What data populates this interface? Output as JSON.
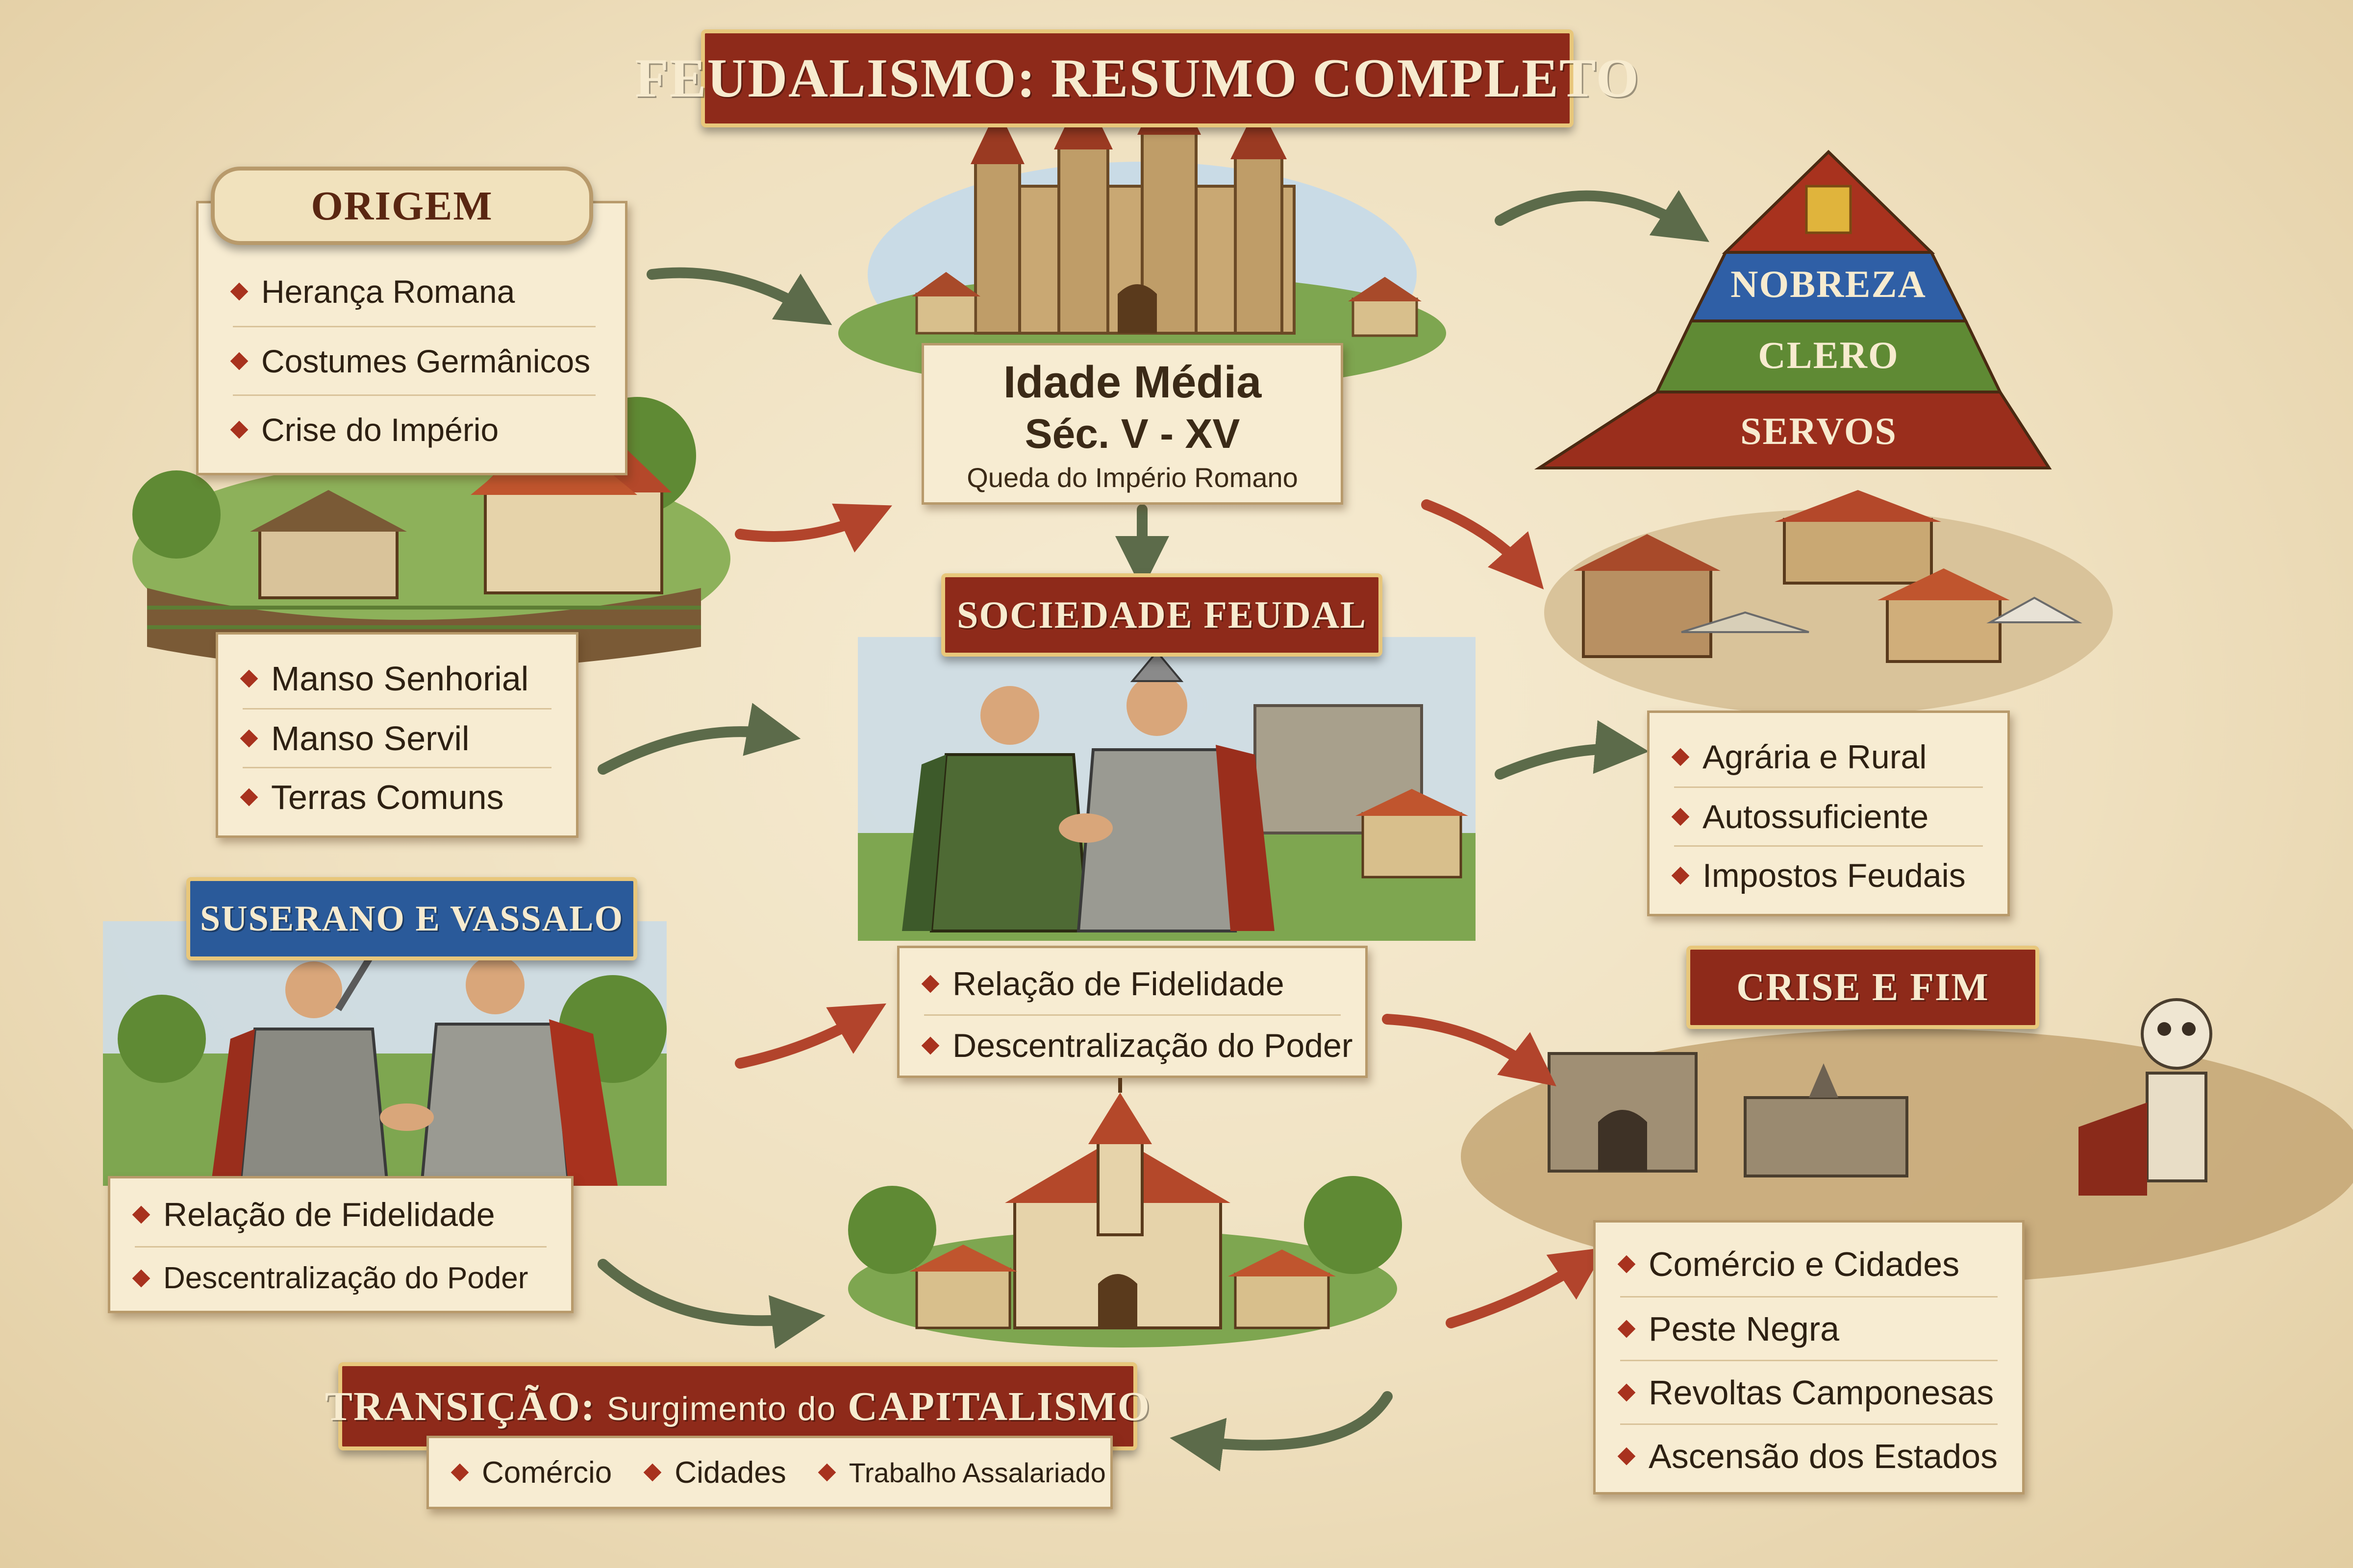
{
  "title": "FEUDALISMO: RESUMO COMPLETO",
  "origem": {
    "title": "ORIGEM",
    "items": [
      "Herança Romana",
      "Costumes Germânicos",
      "Crise do Império"
    ]
  },
  "manso": {
    "items": [
      "Manso Senhorial",
      "Manso Servil",
      "Terras Comuns"
    ]
  },
  "idade_media": {
    "line1": "Idade Média",
    "line2": "Séc. V - XV",
    "line3": "Queda do Império Romano"
  },
  "piramide": {
    "levels": [
      "NOBREZA",
      "CLERO",
      "SERVOS"
    ]
  },
  "sociedade": {
    "title": "SOCIEDADE FEUDAL",
    "items": [
      "Relação de Fidelidade",
      "Descentralização do Poder"
    ]
  },
  "economia": {
    "items": [
      "Agrária e Rural",
      "Autossuficiente",
      "Impostos Feudais"
    ]
  },
  "suserano": {
    "title": "SUSERANO E VASSALO",
    "items": [
      "Relação de Fidelidade",
      "Descentralização do Poder"
    ]
  },
  "crise": {
    "title": "CRISE E FIM",
    "items": [
      "Comércio e Cidades",
      "Peste Negra",
      "Revoltas Camponesas",
      "Ascensão dos Estados"
    ]
  },
  "transicao": {
    "title_a": "TRANSIÇÃO:",
    "title_b": "Surgimento do",
    "title_c": "CAPITALISMO",
    "items": [
      "Comércio",
      "Cidades",
      "Trabalho Assalariado"
    ]
  },
  "colors": {
    "banner_red": "#8e2a1a",
    "banner_blue": "#2a5a9a",
    "bullet_red": "#a8321e",
    "arrow_red": "#b2442c",
    "arrow_green": "#5c6b4a",
    "nobreza_blue": "#2f5fa6",
    "clero_green": "#5f8a34",
    "servos_red": "#9a2e1c"
  }
}
